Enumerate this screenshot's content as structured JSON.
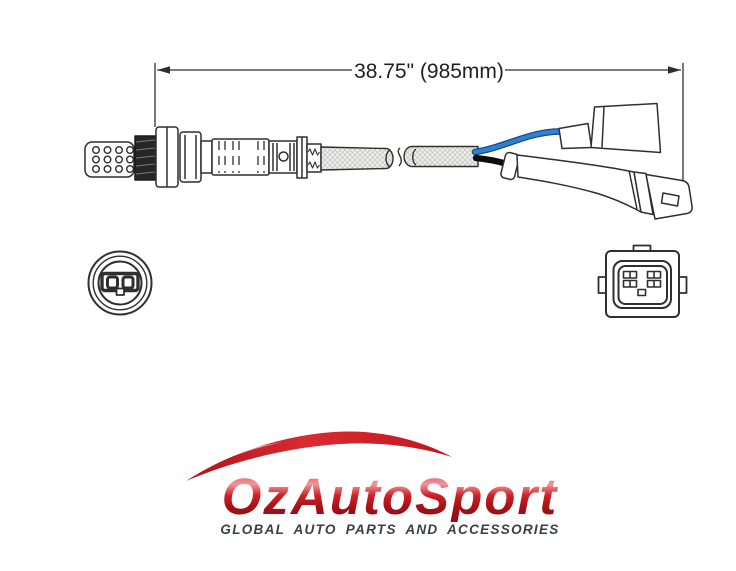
{
  "diagram": {
    "dimension_label": "38.75\" (985mm)"
  },
  "logo": {
    "brand": "OzAutoSport",
    "tagline": "GLOBAL AUTO PARTS AND ACCESSORIES"
  },
  "colors": {
    "line": "#2f2f2f",
    "wire_blue": "#2f80d2",
    "wire_black": "#0d0d0d",
    "brand_red": "#c3161c",
    "tagline_gray": "#3b4046"
  }
}
